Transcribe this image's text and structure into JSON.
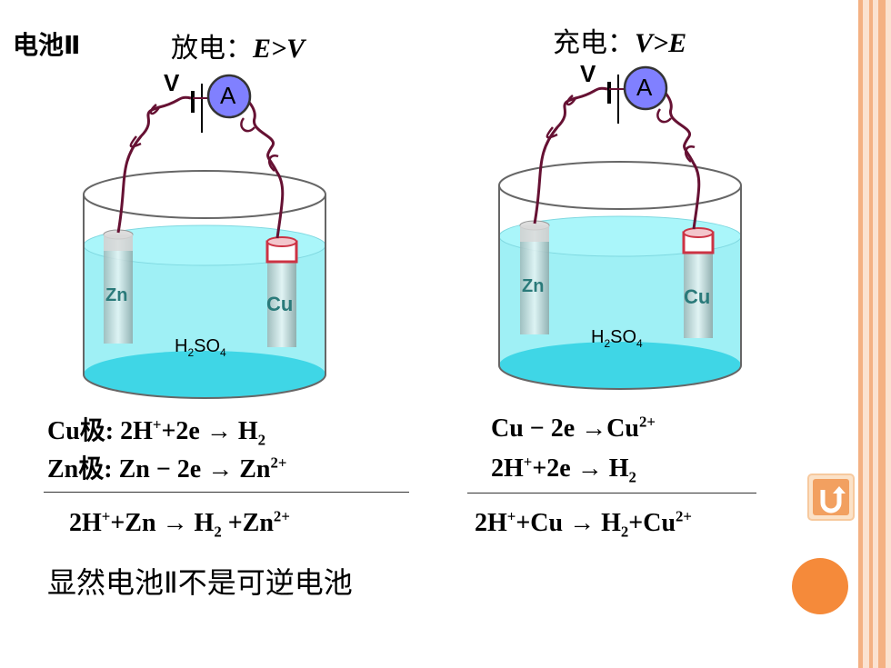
{
  "header": {
    "battery_label": "电池Ⅱ",
    "discharge_label": "放电：",
    "discharge_cond": "E>V",
    "charge_label": "充电：",
    "charge_cond": "V>E"
  },
  "diagram": {
    "voltage_symbol": "V",
    "ammeter_symbol": "A",
    "zn_label": "Zn",
    "cu_label": "Cu",
    "electrolyte_main": "H",
    "electrolyte_sub1": "2",
    "electrolyte_mid": "SO",
    "electrolyte_sub2": "4"
  },
  "left_equations": {
    "cu_prefix": "Cu极: 2H",
    "cu_sup": "+",
    "cu_mid": "+2e → H",
    "cu_sub": "2",
    "zn_prefix": "Zn极: Zn − 2e → Zn",
    "zn_sup": "2+",
    "total_a": "2H",
    "total_a_sup": "+",
    "total_b": "+Zn → H",
    "total_b_sub": "2",
    "total_c": " +Zn",
    "total_c_sup": "2+"
  },
  "right_equations": {
    "line1": "Cu − 2e →Cu",
    "line1_sup": "2+",
    "line2_a": "2H",
    "line2_sup": "+",
    "line2_b": "+2e → H",
    "line2_sub": "2",
    "total_a": "2H",
    "total_a_sup": "+",
    "total_b": "+Cu → H",
    "total_b_sub": "2",
    "total_c": "+Cu",
    "total_c_sup": "2+"
  },
  "conclusion": "显然电池Ⅱ不是可逆电池",
  "colors": {
    "stripe_outer": "#f4b183",
    "stripe_inner": "#fbe2d0",
    "liquid": "#9ff0f5",
    "liquid_dark": "#3fd6e6",
    "ammeter": "#8080ff",
    "wire": "#661133",
    "copper_cap": "#cc3344",
    "accent_dot": "#f58a3a"
  }
}
